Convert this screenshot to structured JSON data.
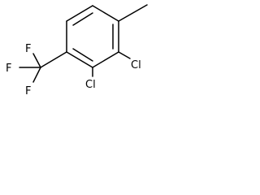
{
  "molecule": {
    "atoms": {
      "fluorine_top": "F",
      "fluorine_left": "F",
      "fluorine_bottom": "F",
      "chlorine_upper": "Cl",
      "chlorine_lower": "Cl"
    },
    "colors": {
      "bond": "#000000",
      "label": "#000000",
      "background": "#ffffff"
    }
  }
}
